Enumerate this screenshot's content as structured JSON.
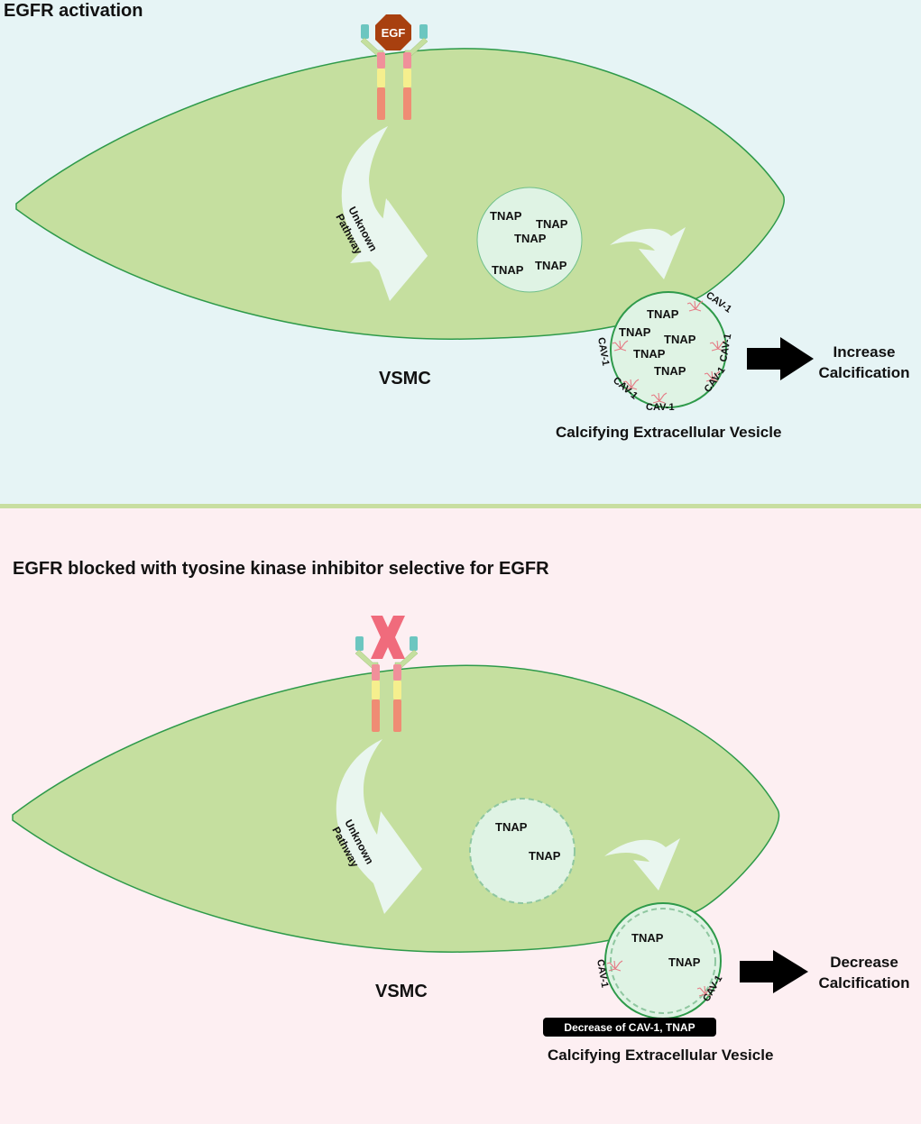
{
  "panel_top": {
    "title": "EGFR activation",
    "ligand_label": "EGF",
    "pathway_label_line1": "Unknown",
    "pathway_label_line2": "Pathway",
    "cell_label": "VSMC",
    "inner_vesicle_labels": [
      "TNAP",
      "TNAP",
      "TNAP",
      "TNAP",
      "TNAP"
    ],
    "ev_tnap_labels": [
      "TNAP",
      "TNAP",
      "TNAP",
      "TNAP",
      "TNAP"
    ],
    "cav_labels": [
      "CAV-1",
      "CAV-1",
      "CAV-1",
      "CAV-1",
      "CAV-1",
      "CAV-1"
    ],
    "ev_caption": "Calcifying Extracellular Vesicle",
    "outcome_line1": "Increase",
    "outcome_line2": "Calcification"
  },
  "panel_bottom": {
    "title": "EGFR blocked with tyosine kinase inhibitor selective for EGFR",
    "pathway_label_line1": "Unknown",
    "pathway_label_line2": "Pathway",
    "cell_label": "VSMC",
    "inner_vesicle_labels": [
      "TNAP",
      "TNAP"
    ],
    "ev_tnap_labels": [
      "TNAP",
      "TNAP"
    ],
    "cav_labels": [
      "CAV-1",
      "CAV-1"
    ],
    "badge": "Decrease of  CAV-1, TNAP",
    "ev_caption": "Calcifying Extracellular Vesicle",
    "outcome_line1": "Decrease",
    "outcome_line2": "Calcification"
  },
  "colors": {
    "top_background": "#e6f4f5",
    "bottom_background": "#fdeff2",
    "cell_fill": "#c5df9f",
    "cell_stroke": "#2e9a4a",
    "vesicle_fill": "#dff3e4",
    "arrow_fill": "#e9f6ef",
    "divider": "#c8dea0",
    "egf_fill": "#a8400f",
    "inhibitor_fill": "#f06b7c",
    "receptor_teal": "#6cc6c0",
    "receptor_pink": "#f0909a",
    "receptor_yellow": "#f5ef8e",
    "receptor_salmon": "#ef8c74",
    "cav_color": "#e57c86",
    "outcome_arrow": "#000000"
  },
  "icons": [
    "egf-ligand-icon",
    "egfr-receptor-icon",
    "inhibitor-x-icon",
    "cav1-protein-icon",
    "block-arrow-icon"
  ]
}
